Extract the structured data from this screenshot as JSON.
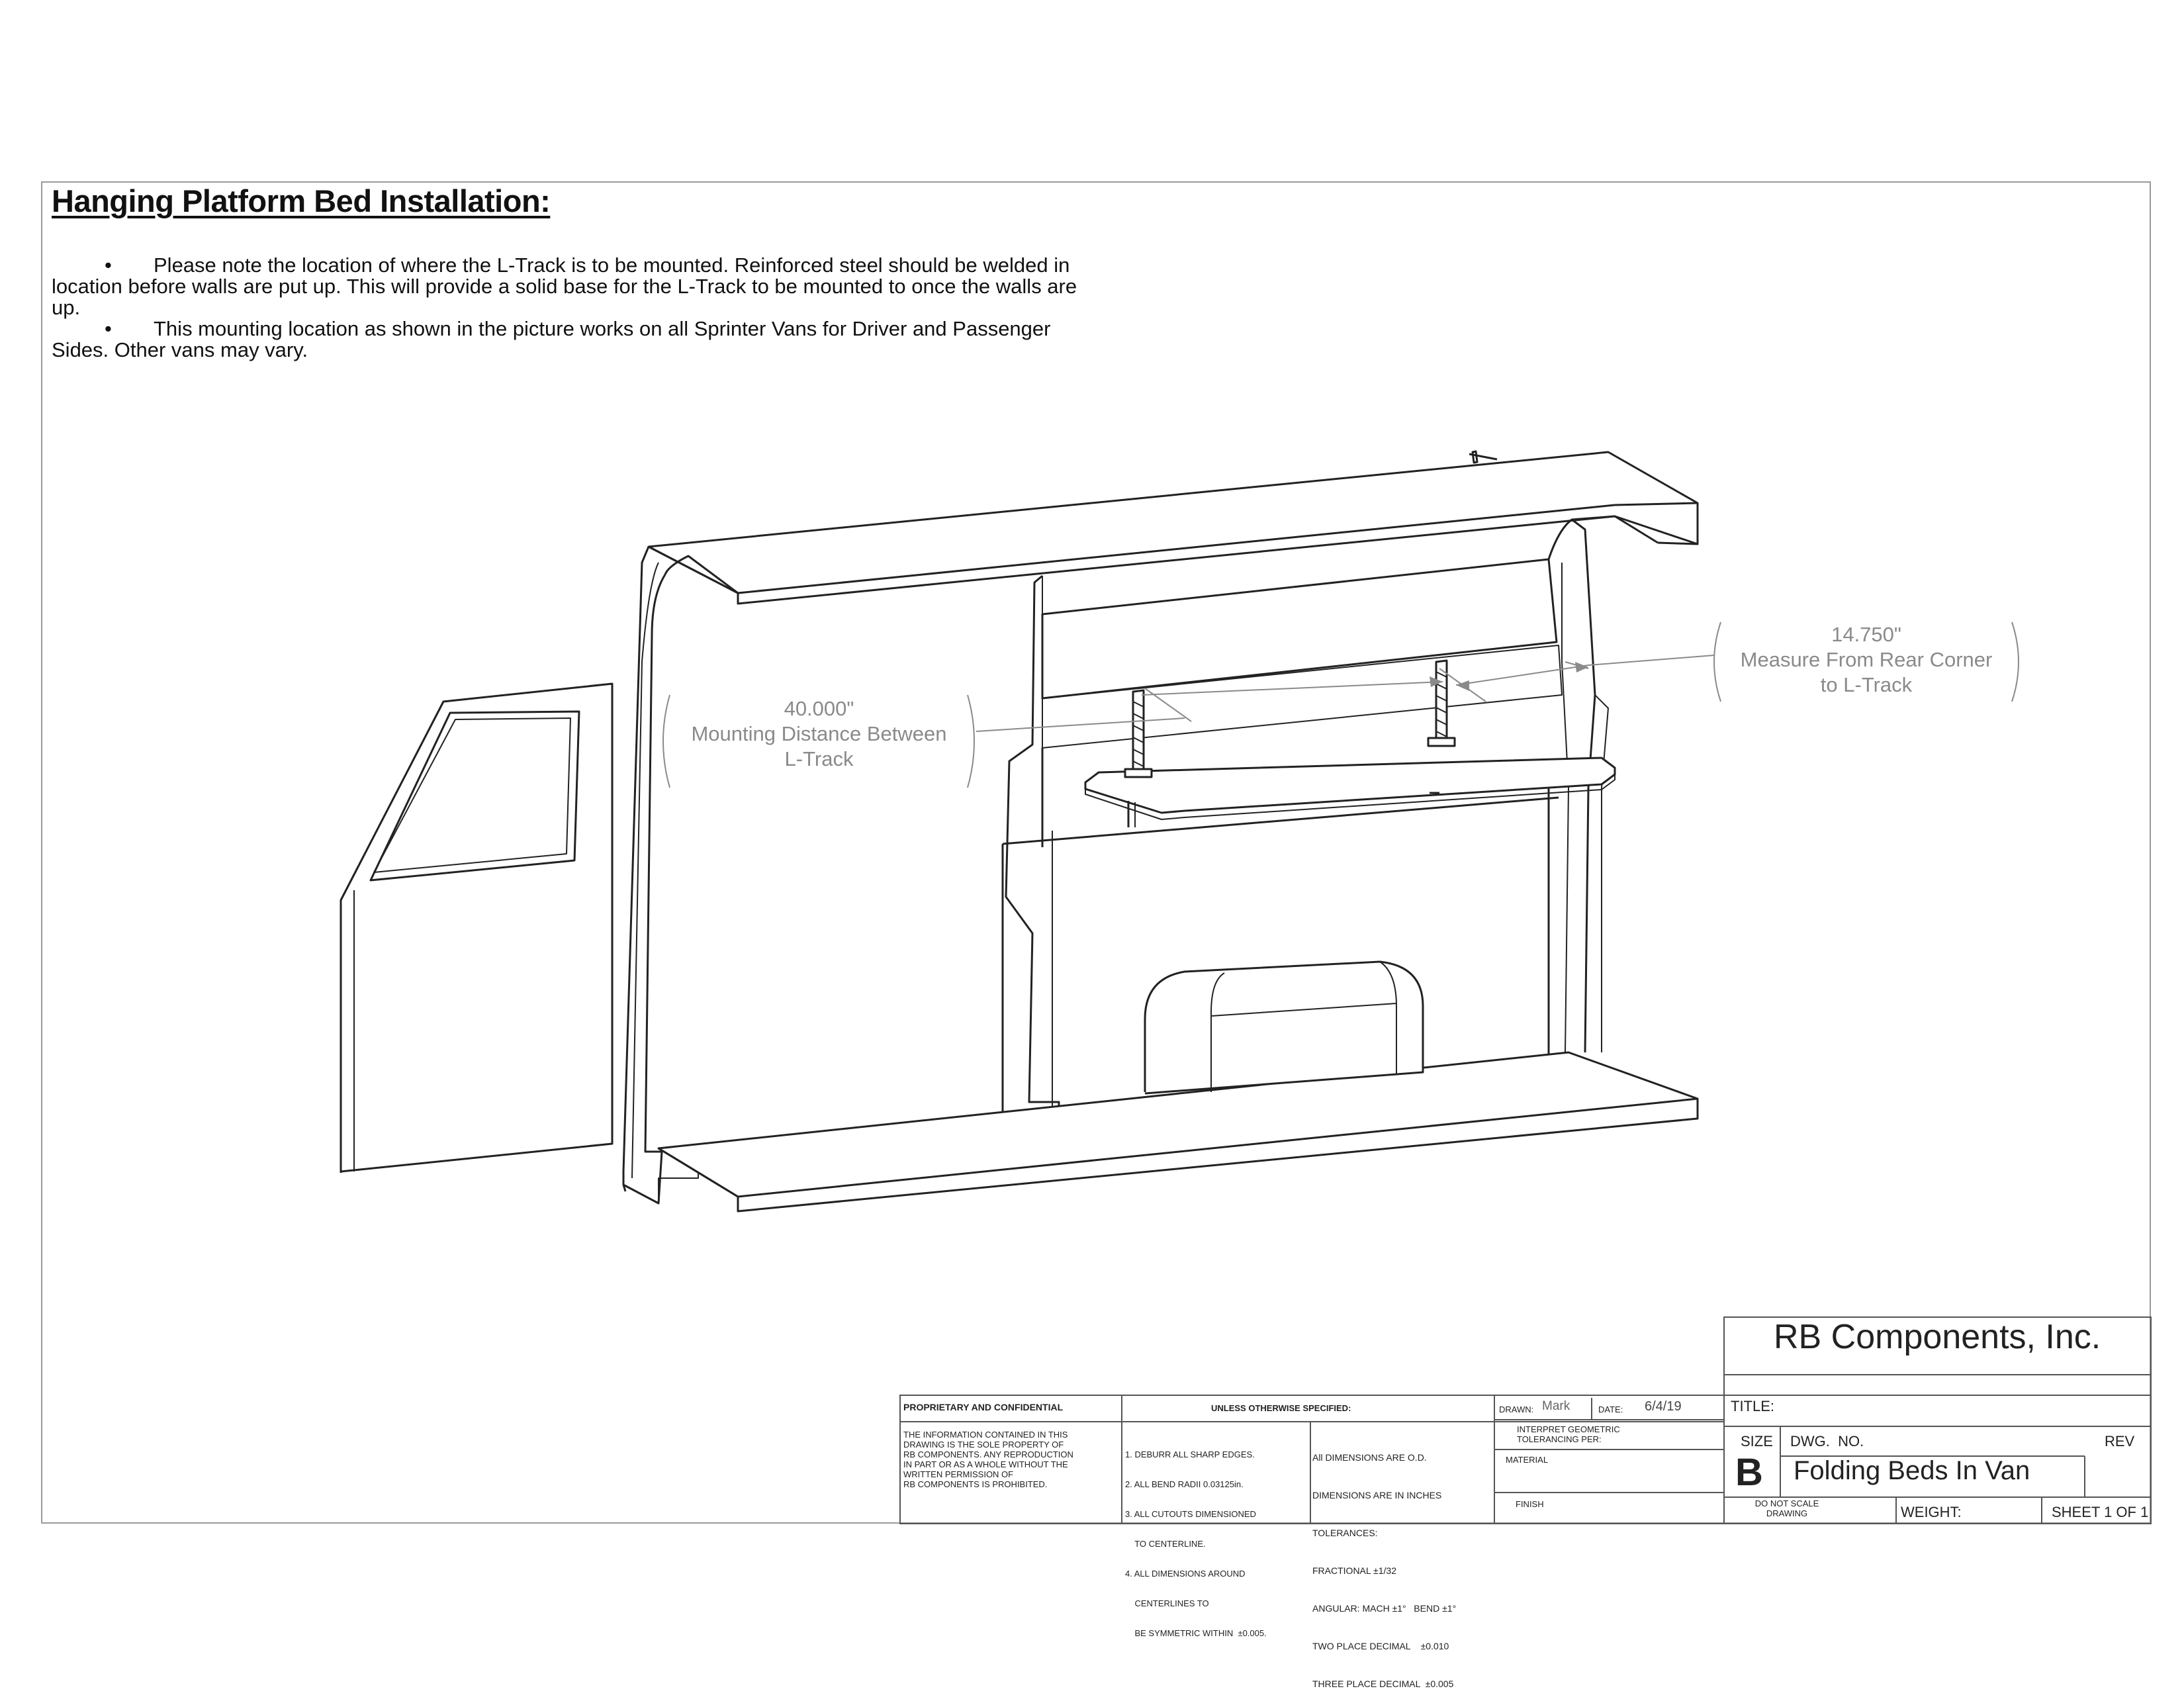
{
  "sheet": {
    "title": "Hanging Platform Bed Installation:",
    "notes": [
      "Please note the location of where the L-Track is to be mounted. Reinforced steel should be welded in location before walls are put up. This will provide a solid base for the L-Track to be mounted to once the walls are up.",
      "This mounting location as shown in the picture works on all Sprinter Vans for Driver and Passenger Sides. Other vans may vary."
    ],
    "bullet_symbol": "•"
  },
  "dimensions": {
    "left": {
      "value": "40.000\"",
      "line1": "Mounting Distance Between",
      "line2": "L-Track"
    },
    "right": {
      "value": "14.750\"",
      "line1": "Measure From Rear Corner",
      "line2": "to L-Track"
    }
  },
  "title_block": {
    "company": "RB Components, Inc.",
    "proprietary_header": "PROPRIETARY AND CONFIDENTIAL",
    "proprietary_text": [
      "THE INFORMATION CONTAINED IN THIS",
      "DRAWING IS THE SOLE PROPERTY OF",
      "RB COMPONENTS. ANY REPRODUCTION",
      "IN PART OR AS A WHOLE WITHOUT THE",
      "WRITTEN PERMISSION OF",
      "RB COMPONENTS IS PROHIBITED."
    ],
    "unless_header": "UNLESS OTHERWISE SPECIFIED:",
    "notes_list": [
      "1. DEBURR ALL SHARP EDGES.",
      "2. ALL BEND RADII 0.03125in.",
      "3. ALL CUTOUTS DIMENSIONED",
      "    TO CENTERLINE.",
      "4. ALL DIMENSIONS AROUND",
      "    CENTERLINES TO",
      "    BE SYMMETRIC WITHIN  ±0.005."
    ],
    "tolerances": [
      "All DIMENSIONS ARE O.D.",
      "DIMENSIONS ARE IN INCHES",
      "TOLERANCES:",
      "FRACTIONAL ±1/32",
      "ANGULAR: MACH ±1°   BEND ±1°",
      "TWO PLACE DECIMAL    ±0.010",
      "THREE PLACE DECIMAL  ±0.005"
    ],
    "drawn_label": "DRAWN:",
    "drawn_by": "Mark",
    "date_label": "DATE:",
    "date": "6/4/19",
    "interpret": [
      "INTERPRET GEOMETRIC",
      "TOLERANCING PER:"
    ],
    "material_label": "MATERIAL",
    "finish_label": "FINISH",
    "title_label": "TITLE:",
    "size_label": "SIZE",
    "dwg_label": "DWG.  NO.",
    "rev_label": "REV",
    "size_value": "B",
    "drawing_name": "Folding Beds In Van",
    "do_not_scale": [
      "DO NOT SCALE",
      "DRAWING"
    ],
    "weight_label": "WEIGHT:",
    "sheet": "SHEET 1 OF 1"
  }
}
